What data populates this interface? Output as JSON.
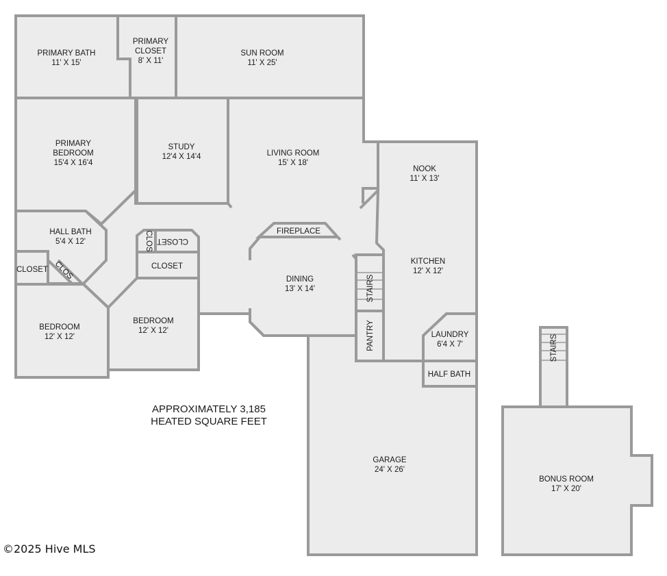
{
  "rooms": {
    "primary_bath": {
      "name": "PRIMARY BATH",
      "size": "11' X 15'"
    },
    "primary_closet": {
      "name_1": "PRIMARY",
      "name_2": "CLOSET",
      "size": "8' X 11'"
    },
    "sun_room": {
      "name": "SUN ROOM",
      "size": "11' X 25'"
    },
    "primary_bedroom": {
      "name_1": "PRIMARY",
      "name_2": "BEDROOM",
      "size": "15'4 X 16'4"
    },
    "study": {
      "name": "STUDY",
      "size": "12'4 X 14'4"
    },
    "living_room": {
      "name": "LIVING ROOM",
      "size": "15' X 18'"
    },
    "nook": {
      "name": "NOOK",
      "size": "11' X 13'"
    },
    "fireplace": {
      "name": "FIREPLACE"
    },
    "hall_bath": {
      "name": "HALL BATH",
      "size": "5'4 X 12'"
    },
    "clos_small": {
      "name": "CLOS"
    },
    "closet_mirrored": {
      "name": "CLOSET"
    },
    "closet_center": {
      "name": "CLOSET"
    },
    "closet_left": {
      "name": "CLOSET"
    },
    "clos_diag": {
      "name": "CLOS"
    },
    "dining": {
      "name": "DINING",
      "size": "13' X 14'"
    },
    "kitchen": {
      "name": "KITCHEN",
      "size": "12' X 12'"
    },
    "stairs_main": {
      "name": "STAIRS"
    },
    "pantry": {
      "name": "PANTRY"
    },
    "laundry": {
      "name": "LAUNDRY",
      "size": "6'4 X 7'"
    },
    "half_bath": {
      "name": "HALF BATH"
    },
    "bedroom_left": {
      "name": "BEDROOM",
      "size": "12' X 12'"
    },
    "bedroom_center": {
      "name": "BEDROOM",
      "size": "12' X 12'"
    },
    "garage": {
      "name": "GARAGE",
      "size": "24' X 26'"
    },
    "stairs_bonus": {
      "name": "STAIRS"
    },
    "bonus_room": {
      "name": "BONUS ROOM",
      "size": "17' X 20'"
    }
  },
  "note": {
    "line_1": "APPROXIMATELY 3,185",
    "line_2": "HEATED SQUARE FEET"
  },
  "copyright": "©2025 Hive MLS"
}
